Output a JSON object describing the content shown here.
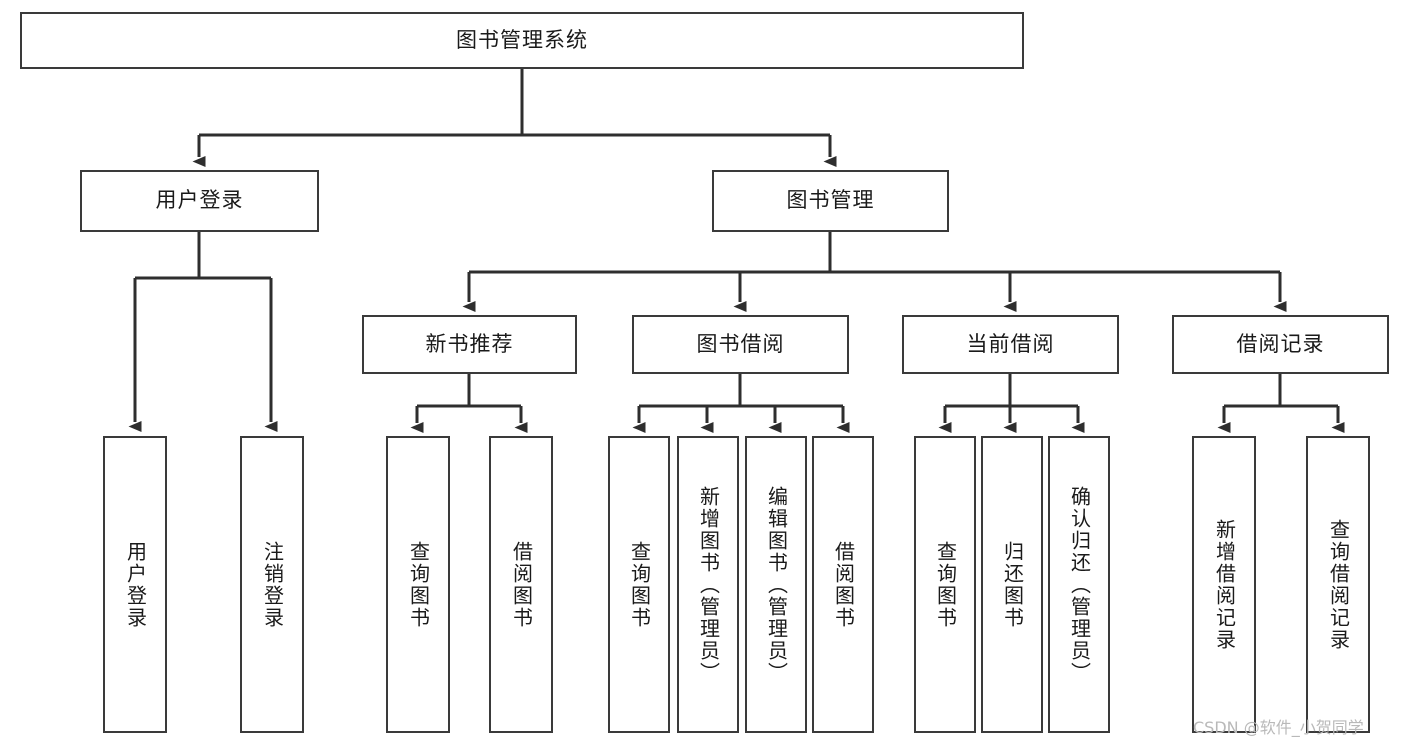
{
  "diagram": {
    "title": "图书管理系统",
    "type": "tree",
    "orientation": "top-down",
    "colors": {
      "box_border": "#3a3a3a",
      "box_fill": "#ffffff",
      "connector": "#2e2e2e",
      "text": "#1a1a1a",
      "watermark": "#b9b9b9",
      "background": "#ffffff"
    }
  },
  "root": {
    "label": "图书管理系统"
  },
  "level2": [
    {
      "label": "用户登录"
    },
    {
      "label": "图书管理"
    }
  ],
  "level3": [
    {
      "label": "新书推荐"
    },
    {
      "label": "图书借阅"
    },
    {
      "label": "当前借阅"
    },
    {
      "label": "借阅记录"
    }
  ],
  "leaves": {
    "user_login": [
      {
        "label": "用户登录"
      },
      {
        "label": "注销登录"
      }
    ],
    "new_book_recommend": [
      {
        "label": "查询图书"
      },
      {
        "label": "借阅图书"
      }
    ],
    "book_borrow": [
      {
        "label": "查询图书"
      },
      {
        "label": "新增图书（管理员）"
      },
      {
        "label": "编辑图书（管理员）"
      },
      {
        "label": "借阅图书"
      }
    ],
    "current_borrow": [
      {
        "label": "查询图书"
      },
      {
        "label": "归还图书"
      },
      {
        "label": "确认归还（管理员）"
      }
    ],
    "borrow_record": [
      {
        "label": "新增借阅记录"
      },
      {
        "label": "查询借阅记录"
      }
    ]
  },
  "watermark": {
    "text": "CSDN @软件_小贺同学"
  }
}
